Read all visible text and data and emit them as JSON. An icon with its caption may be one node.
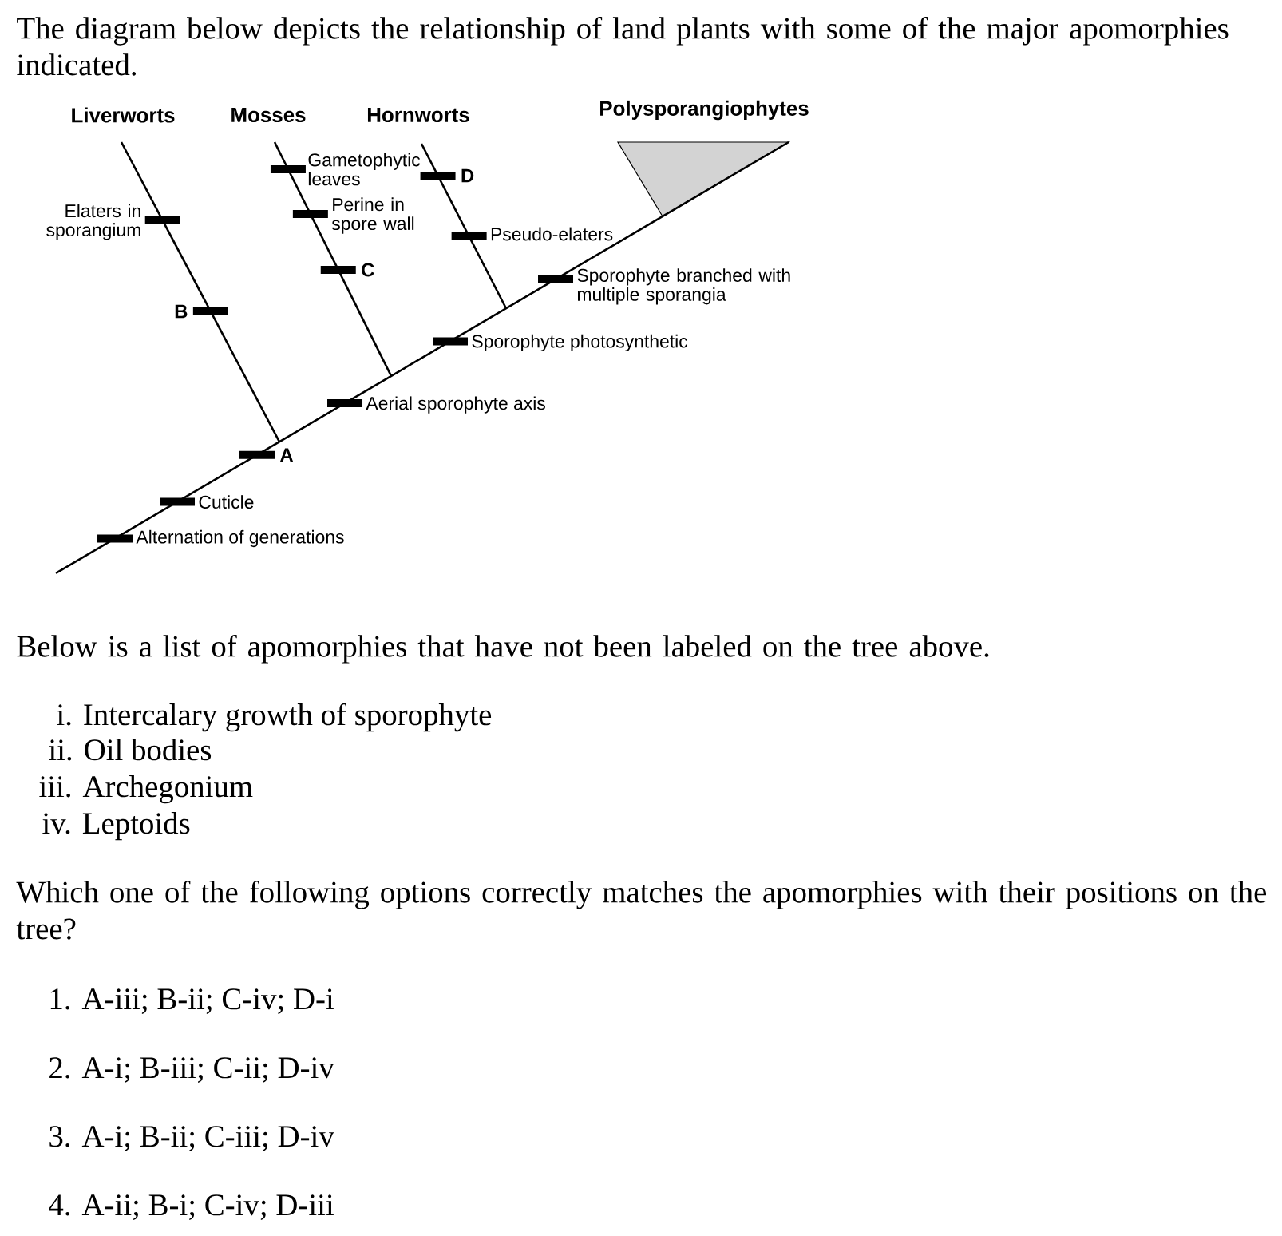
{
  "diagram": {
    "nodes": [
      {
        "text": [],
        "shape": "triangle"
      }
    ],
    "labels": [
      "The diagram below depicts the relationship of land plants with some of the major apomorphies indicated.",
      "Liverworts",
      "Mosses",
      "Hornworts",
      "Polysporangiophytes",
      "Gametophytic leaves",
      "D",
      "Elaters in sporangium",
      "Perine in spore wall",
      "Pseudo-elaters",
      "C",
      "Sporophyte branched with multiple sporangia",
      "B",
      "Sporophyte photosynthetic",
      "Aerial sporophyte axis",
      "A",
      "Cuticle",
      "Alternation of generations",
      "Below is a list of apomorphies that have not been labeled on the tree above.",
      "i. Intercalary growth of sporophyte",
      "ii. Oil bodies",
      "iii. Archegonium",
      "iv. Leptoids",
      "Which one of the following options correctly matches the apomorphies with their positions on the tree?",
      "1. A-iii; B-ii; C-iv; D-i",
      "2. A-i; B-iii; C-ii; D-iv",
      "3. A-i; B-ii; C-iii; D-iv",
      "4. A-ii; B-i; C-iv; D-iii"
    ]
  }
}
